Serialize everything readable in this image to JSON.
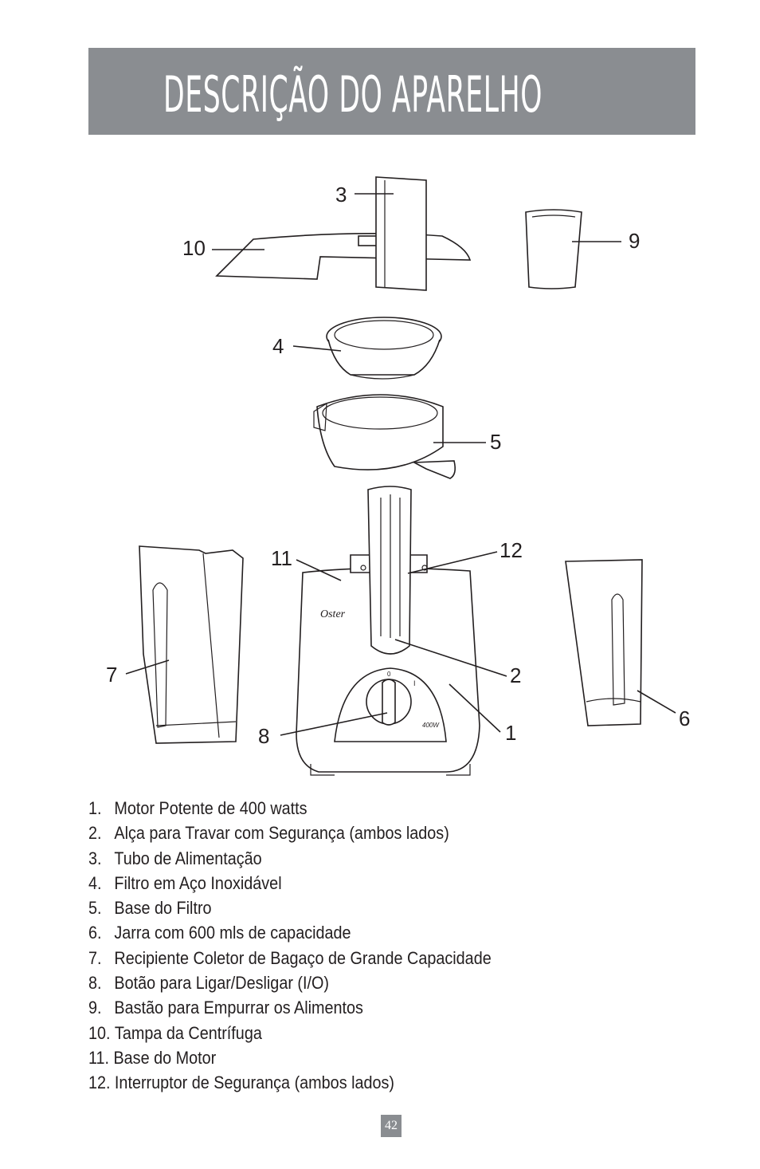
{
  "header": {
    "title": "DESCRIÇÃO DO APARELHO"
  },
  "diagram": {
    "callouts": [
      "1",
      "2",
      "3",
      "4",
      "5",
      "6",
      "7",
      "8",
      "9",
      "10",
      "11",
      "12"
    ],
    "brand": "Oster",
    "power_badge": "400W",
    "switch_off": "0",
    "switch_on": "I"
  },
  "legend": [
    {
      "num": "1.",
      "text": "Motor Potente de 400 watts"
    },
    {
      "num": "2.",
      "text": "Alça para Travar com Segurança (ambos lados)"
    },
    {
      "num": "3.",
      "text": "Tubo de Alimentação"
    },
    {
      "num": "4.",
      "text": "Filtro em Aço Inoxidável"
    },
    {
      "num": "5.",
      "text": "Base do Filtro"
    },
    {
      "num": "6.",
      "text": "Jarra com 600 mls de capacidade"
    },
    {
      "num": "7.",
      "text": "Recipiente Coletor de Bagaço de Grande Capacidade"
    },
    {
      "num": "8.",
      "text": "Botão para Ligar/Desligar (I/O)"
    },
    {
      "num": "9.",
      "text": "Bastão para Empurrar os Alimentos"
    },
    {
      "num": "10.",
      "text": "Tampa da Centrífuga"
    },
    {
      "num": "11.",
      "text": "Base do Motor"
    },
    {
      "num": "12.",
      "text": "Interruptor de Segurança (ambos lados)"
    }
  ],
  "footer": {
    "page_number": "42"
  }
}
